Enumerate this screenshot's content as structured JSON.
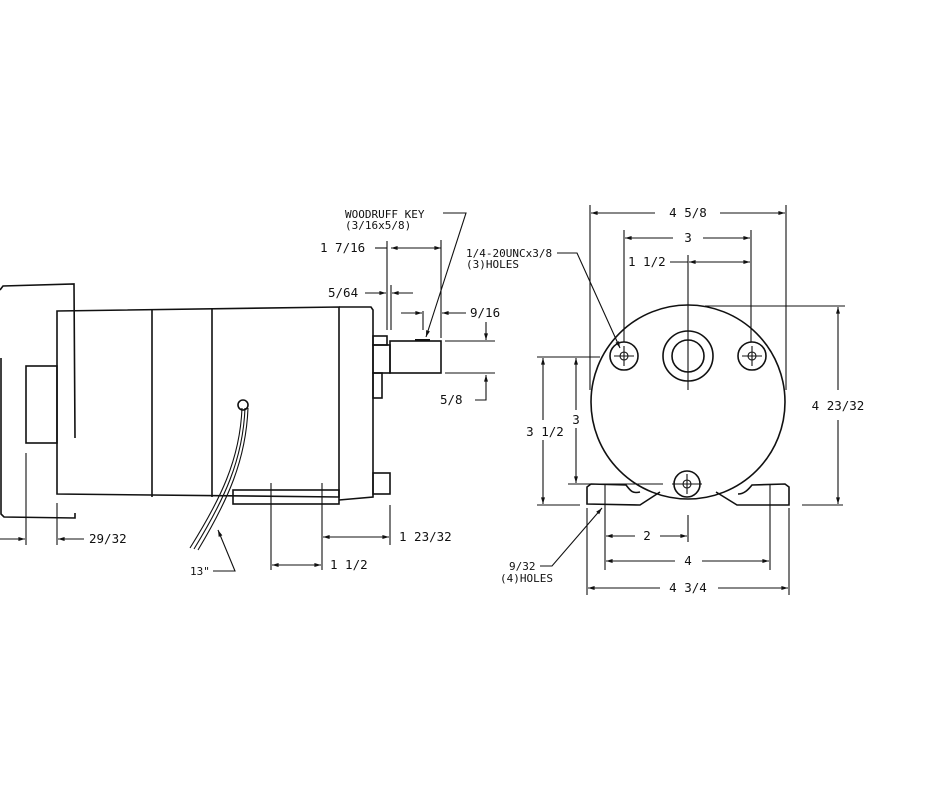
{
  "side_view": {
    "woodruff_key": {
      "line1": "WOODRUFF KEY",
      "line2": "(3/16x5/8)"
    },
    "dim_shaft_length": "1 7/16",
    "dim_shoulder": "5/64",
    "dim_key_position": "9/16",
    "dim_shaft_diameter": "5/8",
    "dim_rear": "29/32",
    "dim_foot_holes": "1 1/2",
    "dim_front_to_hole": "1 23/32",
    "lead_length": "13\""
  },
  "end_view": {
    "tapped_holes": {
      "line1": "1/4-20UNCx3/8",
      "line2": "(3)HOLES"
    },
    "dim_overall_width": "4 5/8",
    "dim_bolt_spacing": "3",
    "dim_bolt_half": "1 1/2",
    "dim_overall_height": "4 23/32",
    "dim_shaft_height": "3 1/2",
    "dim_bolt_height": "3",
    "dim_half_foot": "2",
    "dim_foot_spacing": "4",
    "dim_foot_width": "4 3/4",
    "foot_holes": {
      "line1": "9/32",
      "line2": "(4)HOLES"
    }
  }
}
